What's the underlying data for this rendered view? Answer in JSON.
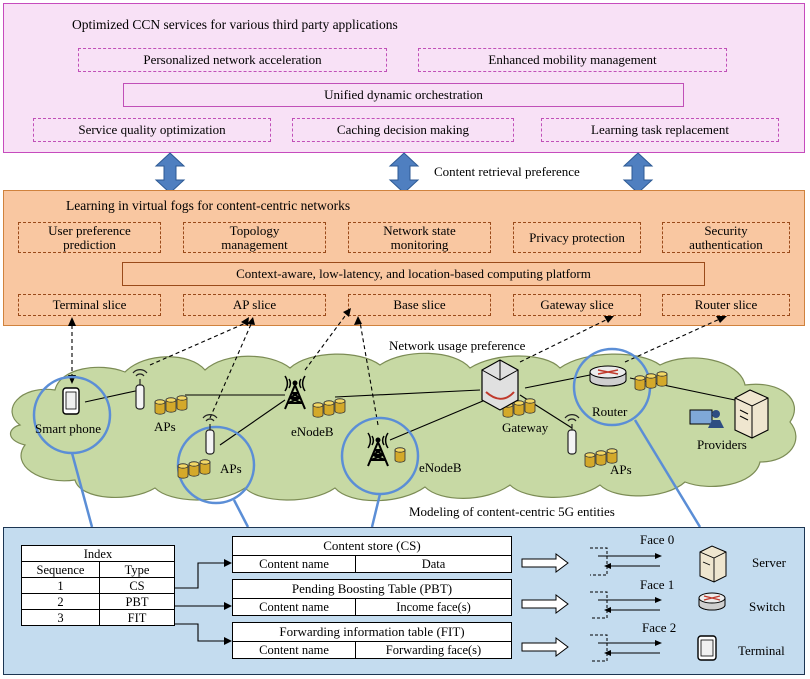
{
  "services_layer": {
    "title": "Optimized CCN services for various third party applications",
    "row1": [
      "Personalized network acceleration",
      "Enhanced mobility management"
    ],
    "orchestration": "Unified dynamic orchestration",
    "row3": [
      "Service quality optimization",
      "Caching decision making",
      "Learning task replacement"
    ]
  },
  "content_retrieval_label": "Content retrieval preference",
  "fog_layer": {
    "title": "Learning in virtual fogs for content-centric networks",
    "functions": [
      {
        "line1": "User preference",
        "line2": "prediction"
      },
      {
        "line1": "Topology",
        "line2": "management"
      },
      {
        "line1": "Network state",
        "line2": "monitoring"
      },
      {
        "line1": "Privacy protection",
        "line2": ""
      },
      {
        "line1": "Security",
        "line2": "authentication"
      }
    ],
    "platform": "Context-aware, low-latency, and location-based computing platform",
    "slices": [
      "Terminal slice",
      "AP slice",
      "Base slice",
      "Gateway slice",
      "Router slice"
    ]
  },
  "network_usage_label": "Network usage preference",
  "network": {
    "smart_phone": "Smart phone",
    "aps_1": "APs",
    "aps_2": "APs",
    "aps_3": "APs",
    "enodeb_1": "eNodeB",
    "enodeb_2": "eNodeB",
    "gateway": "Gateway",
    "router": "Router",
    "providers": "Providers"
  },
  "modeling_label": "Modeling of content-centric 5G entities",
  "index_table": {
    "title": "Index",
    "headers": [
      "Sequence",
      "Type"
    ],
    "rows": [
      [
        "1",
        "CS"
      ],
      [
        "2",
        "PBT"
      ],
      [
        "3",
        "FIT"
      ]
    ]
  },
  "structures": [
    {
      "title": "Content store (CS)",
      "col1": "Content name",
      "col2": "Data"
    },
    {
      "title": "Pending Boosting Table (PBT)",
      "col1": "Content name",
      "col2": "Income face(s)"
    },
    {
      "title": "Forwarding information table (FIT)",
      "col1": "Content name",
      "col2": "Forwarding face(s)"
    }
  ],
  "faces": [
    "Face 0",
    "Face 1",
    "Face 2"
  ],
  "devices": [
    "Server",
    "Switch",
    "Terminal"
  ],
  "colors": {
    "services_bg": "#f8e1f6",
    "fog_bg": "#f9c7a1",
    "model_bg": "#c4dcef",
    "cloud": "#c7d9a4",
    "highlight": "#5b8ed6",
    "arrow": "#4f7fc0"
  }
}
